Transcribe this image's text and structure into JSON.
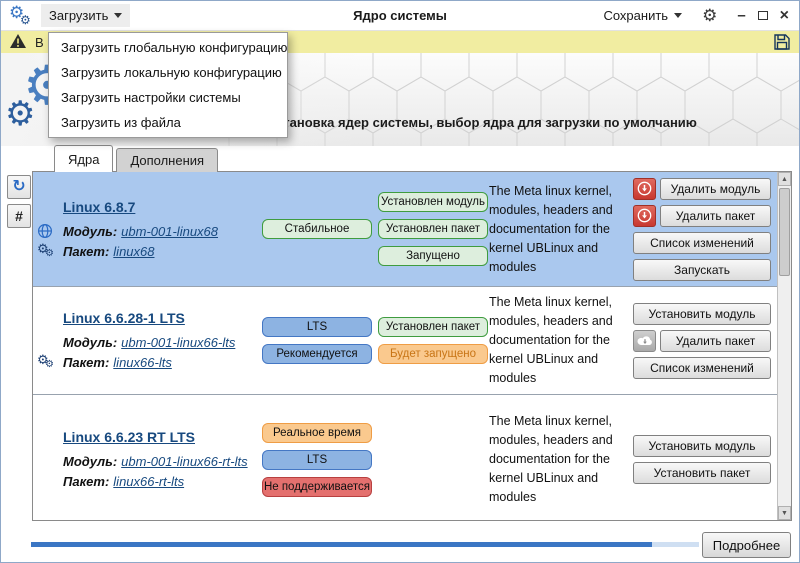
{
  "titlebar": {
    "load_menu": "Загрузить",
    "title": "Ядро системы",
    "save_menu": "Сохранить"
  },
  "load_menu_items": [
    "Загрузить глобальную конфигурацию",
    "Загрузить локальную конфигурацию",
    "Загрузить настройки системы",
    "Загрузить из файла"
  ],
  "warning_bar": {
    "visible_text": "В"
  },
  "header": {
    "subtitle": "Загрузка и установка ядер системы, выбор ядра для загрузки по умолчанию"
  },
  "tabs": {
    "kernels": "Ядра",
    "addons": "Дополнения"
  },
  "side_tools": {
    "hash_label": "#"
  },
  "labels": {
    "module": "Модуль:",
    "package": "Пакет:"
  },
  "kernels": [
    {
      "name": "Linux 6.8.7",
      "module": "ubm-001-linux68",
      "package": "linux68",
      "selected": true,
      "badges_left": [
        {
          "label": "Стабильное",
          "type": "green"
        }
      ],
      "badges_right": [
        {
          "label": "Установлен модуль",
          "type": "green"
        },
        {
          "label": "Установлен пакет",
          "type": "green"
        },
        {
          "label": "Запущено",
          "type": "green"
        }
      ],
      "description": "The Meta linux kernel, modules, headers and documentation for the kernel UBLinux and modules",
      "actions": [
        {
          "label": "Удалить модуль",
          "icon": "download-red"
        },
        {
          "label": "Удалить пакет",
          "icon": "download-red"
        },
        {
          "label": "Список изменений"
        },
        {
          "label": "Запускать"
        }
      ]
    },
    {
      "name": "Linux 6.6.28-1 LTS",
      "module": "ubm-001-linux66-lts",
      "package": "linux66-lts",
      "selected": false,
      "badges_left": [
        {
          "label": "LTS",
          "type": "blue"
        },
        {
          "label": "Рекомендуется",
          "type": "blue"
        }
      ],
      "badges_right": [
        {
          "label": "Установлен пакет",
          "type": "green"
        },
        {
          "label": "Будет запущено",
          "type": "orange"
        }
      ],
      "description": "The Meta linux kernel, modules, headers and documentation for the kernel UBLinux and modules",
      "actions": [
        {
          "label": "Установить модуль"
        },
        {
          "label": "Удалить пакет",
          "icon": "cloud-download-gray"
        },
        {
          "label": "Список изменений"
        }
      ]
    },
    {
      "name": "Linux 6.6.23 RT LTS",
      "module": "ubm-001-linux66-rt-lts",
      "package": "linux66-rt-lts",
      "selected": false,
      "badges_left": [
        {
          "label": "Реальное время",
          "type": "orange"
        },
        {
          "label": "LTS",
          "type": "blue"
        },
        {
          "label": "Не поддерживается",
          "type": "red"
        }
      ],
      "badges_right": [],
      "description": "The Meta linux kernel, modules, headers and documentation for the kernel UBLinux and modules",
      "actions": [
        {
          "label": "Установить модуль"
        },
        {
          "label": "Установить пакет"
        }
      ]
    }
  ],
  "footer": {
    "details_button": "Подробнее",
    "progress_percent": 93
  },
  "icons": {
    "gear": "⚙",
    "refresh": "↻",
    "minimize": "–",
    "close": "×",
    "scroll_up": "▲",
    "scroll_down": "▼"
  },
  "colors": {
    "accent_blue": "#3b76c4",
    "selected_row_bg": "#aac8ee",
    "warning_bar_bg": "#f1eda1",
    "badge_green_bg": "#ddeedd",
    "badge_green_border": "#3f9c3f",
    "badge_blue_bg": "#8db3e2",
    "badge_blue_border": "#4477c4",
    "badge_orange_bg": "#fac98e",
    "badge_orange_border": "#ef9d45",
    "badge_red_bg": "#e4706e",
    "badge_red_border": "#b84040",
    "icon_button_red": "#c83830",
    "icon_button_gray": "#a9a9a9"
  }
}
